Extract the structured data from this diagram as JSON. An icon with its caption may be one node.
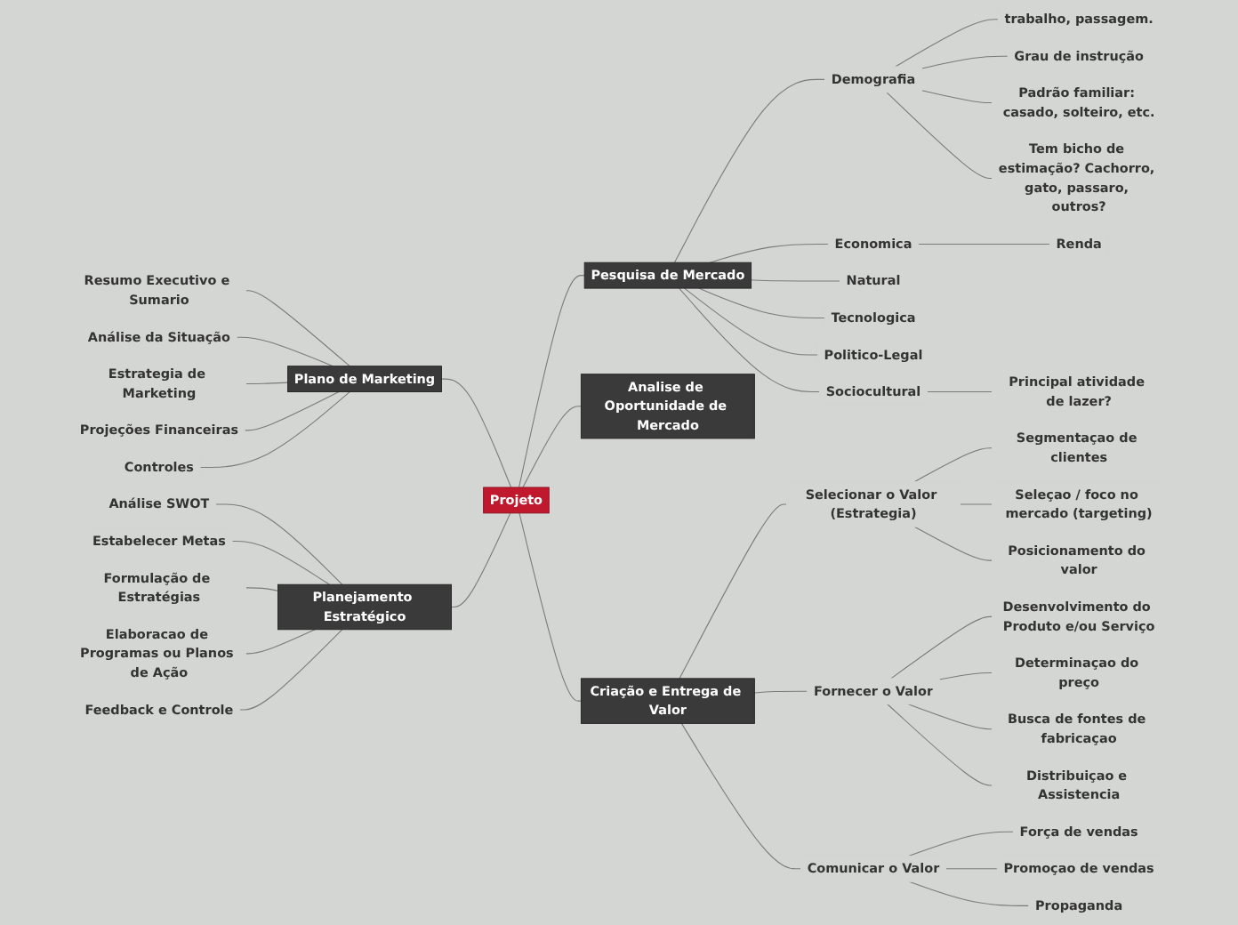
{
  "diagram": {
    "nodes": [
      {
        "text": [
          "Projeto"
        ]
      },
      {
        "text": [
          "Pesquisa de Mercado"
        ]
      },
      {
        "text": [
          "Demografia"
        ]
      },
      {
        "text": [
          "trabalho, passagem."
        ]
      },
      {
        "text": [
          "Grau de instrução"
        ]
      },
      {
        "text": [
          "Padrão familiar: casado, solteiro, etc."
        ]
      },
      {
        "text": [
          "Tem bicho de estimação? Cachorro, gato, passaro, outros?"
        ]
      },
      {
        "text": [
          "Economica"
        ]
      },
      {
        "text": [
          "Renda"
        ]
      },
      {
        "text": [
          "Natural"
        ]
      },
      {
        "text": [
          "Tecnologica"
        ]
      },
      {
        "text": [
          "Politico-Legal"
        ]
      },
      {
        "text": [
          "Sociocultural"
        ]
      },
      {
        "text": [
          "Principal atividade de lazer?"
        ]
      },
      {
        "text": [
          "Plano de Marketing"
        ]
      },
      {
        "text": [
          "Resumo Executivo e Sumario"
        ]
      },
      {
        "text": [
          "Análise da Situação"
        ]
      },
      {
        "text": [
          "Estrategia de Marketing"
        ]
      },
      {
        "text": [
          "Projeções Financeiras"
        ]
      },
      {
        "text": [
          "Controles"
        ]
      },
      {
        "text": [
          "Analise de Oportunidade de Mercado"
        ]
      },
      {
        "text": [
          "Planejamento Estratégico"
        ]
      },
      {
        "text": [
          "Análise SWOT"
        ]
      },
      {
        "text": [
          "Estabelecer Metas"
        ]
      },
      {
        "text": [
          "Formulação de Estratégias"
        ]
      },
      {
        "text": [
          "Elaboracao de Programas ou Planos de Ação"
        ]
      },
      {
        "text": [
          "Feedback e Controle"
        ]
      },
      {
        "text": [
          "Criação e Entrega de Valor"
        ]
      },
      {
        "text": [
          "Selecionar o Valor (Estrategia)"
        ]
      },
      {
        "text": [
          "Segmentaçao de clientes"
        ]
      },
      {
        "text": [
          "Seleçao / foco no mercado (targeting)"
        ]
      },
      {
        "text": [
          "Posicionamento do valor"
        ]
      },
      {
        "text": [
          "Fornecer o Valor"
        ]
      },
      {
        "text": [
          "Desenvolvimento do Produto e/ou Serviço"
        ]
      },
      {
        "text": [
          "Determinaçao do preço"
        ]
      },
      {
        "text": [
          "Busca de fontes de fabricaçao"
        ]
      },
      {
        "text": [
          "Distribuiçao e Assistencia"
        ]
      },
      {
        "text": [
          "Comunicar o Valor"
        ]
      },
      {
        "text": [
          "Força de vendas"
        ]
      },
      {
        "text": [
          "Promoçao de vendas"
        ]
      },
      {
        "text": [
          "Propaganda"
        ]
      }
    ],
    "edges": [
      {
        "from": 0,
        "to": 1,
        "arrow": "none"
      },
      {
        "from": 1,
        "to": 2,
        "arrow": "none"
      },
      {
        "from": 2,
        "to": 3,
        "arrow": "none"
      },
      {
        "from": 2,
        "to": 4,
        "arrow": "none"
      },
      {
        "from": 2,
        "to": 5,
        "arrow": "none"
      },
      {
        "from": 2,
        "to": 6,
        "arrow": "none"
      },
      {
        "from": 1,
        "to": 7,
        "arrow": "none"
      },
      {
        "from": 7,
        "to": 8,
        "arrow": "none"
      },
      {
        "from": 1,
        "to": 9,
        "arrow": "none"
      },
      {
        "from": 1,
        "to": 10,
        "arrow": "none"
      },
      {
        "from": 1,
        "to": 11,
        "arrow": "none"
      },
      {
        "from": 1,
        "to": 12,
        "arrow": "none"
      },
      {
        "from": 12,
        "to": 13,
        "arrow": "none"
      },
      {
        "from": 0,
        "to": 14,
        "arrow": "none"
      },
      {
        "from": 14,
        "to": 15,
        "arrow": "none"
      },
      {
        "from": 14,
        "to": 16,
        "arrow": "none"
      },
      {
        "from": 14,
        "to": 17,
        "arrow": "none"
      },
      {
        "from": 14,
        "to": 18,
        "arrow": "none"
      },
      {
        "from": 14,
        "to": 19,
        "arrow": "none"
      },
      {
        "from": 0,
        "to": 20,
        "arrow": "none"
      },
      {
        "from": 0,
        "to": 21,
        "arrow": "none"
      },
      {
        "from": 21,
        "to": 22,
        "arrow": "none"
      },
      {
        "from": 21,
        "to": 23,
        "arrow": "none"
      },
      {
        "from": 21,
        "to": 24,
        "arrow": "none"
      },
      {
        "from": 21,
        "to": 25,
        "arrow": "none"
      },
      {
        "from": 21,
        "to": 26,
        "arrow": "none"
      },
      {
        "from": 0,
        "to": 27,
        "arrow": "none"
      },
      {
        "from": 27,
        "to": 28,
        "arrow": "none"
      },
      {
        "from": 28,
        "to": 29,
        "arrow": "none"
      },
      {
        "from": 28,
        "to": 30,
        "arrow": "none"
      },
      {
        "from": 28,
        "to": 31,
        "arrow": "none"
      },
      {
        "from": 27,
        "to": 32,
        "arrow": "none"
      },
      {
        "from": 32,
        "to": 33,
        "arrow": "none"
      },
      {
        "from": 32,
        "to": 34,
        "arrow": "none"
      },
      {
        "from": 32,
        "to": 35,
        "arrow": "none"
      },
      {
        "from": 32,
        "to": 36,
        "arrow": "none"
      },
      {
        "from": 27,
        "to": 37,
        "arrow": "none"
      },
      {
        "from": 37,
        "to": 38,
        "arrow": "none"
      },
      {
        "from": 37,
        "to": 39,
        "arrow": "none"
      },
      {
        "from": 37,
        "to": 40,
        "arrow": "none"
      }
    ]
  }
}
